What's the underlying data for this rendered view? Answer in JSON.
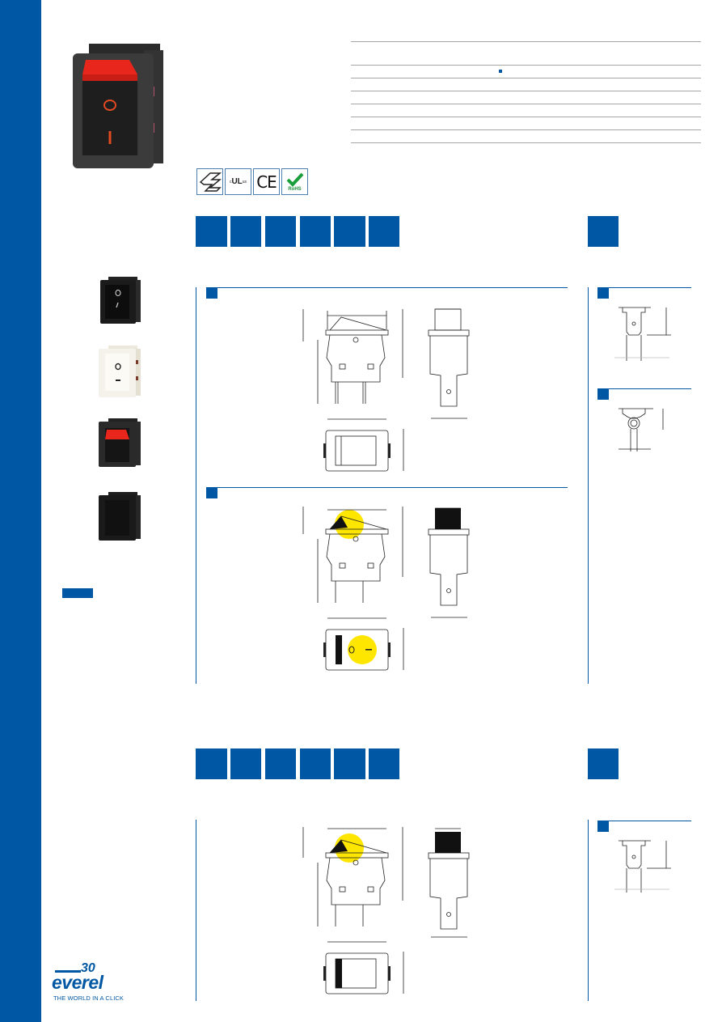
{
  "document": {
    "brand_color": "#0057a3",
    "rule_color": "#a6a6a6",
    "highlight_color": "#ffe600"
  },
  "header": {
    "product_photo": "red-rocker-switch-photo",
    "spec_table_rows": 7,
    "spec_marker_icon": "blue-square-icon"
  },
  "certifications": [
    {
      "icon": "enec-mark-icon",
      "label": ""
    },
    {
      "icon": "ul-mark-icon",
      "label": "c",
      "label_main": "UL",
      "label_suffix": "us"
    },
    {
      "icon": "ce-mark-icon",
      "label": "CE"
    },
    {
      "icon": "rohs-mark-icon",
      "label": "RoHS"
    }
  ],
  "variants": [
    {
      "icon": "black-rocker-switch-photo"
    },
    {
      "icon": "white-rocker-switch-photo"
    },
    {
      "icon": "red-black-rocker-switch-photo"
    },
    {
      "icon": "black-blank-rocker-switch-photo"
    }
  ],
  "sections": [
    {
      "code_blocks": 6,
      "aux_block": 1,
      "drawings": [
        "standard-drawing",
        "illuminated-drawing"
      ],
      "terminals": [
        "tab-terminal",
        "solder-eye-terminal"
      ]
    },
    {
      "code_blocks": 6,
      "aux_block": 1,
      "drawings": [
        "illuminated-drawing"
      ],
      "terminals": [
        "tab-terminal"
      ]
    }
  ],
  "logo": {
    "number": "30",
    "wordmark": "everel",
    "tagline": "THE WORLD IN A CLICK"
  }
}
